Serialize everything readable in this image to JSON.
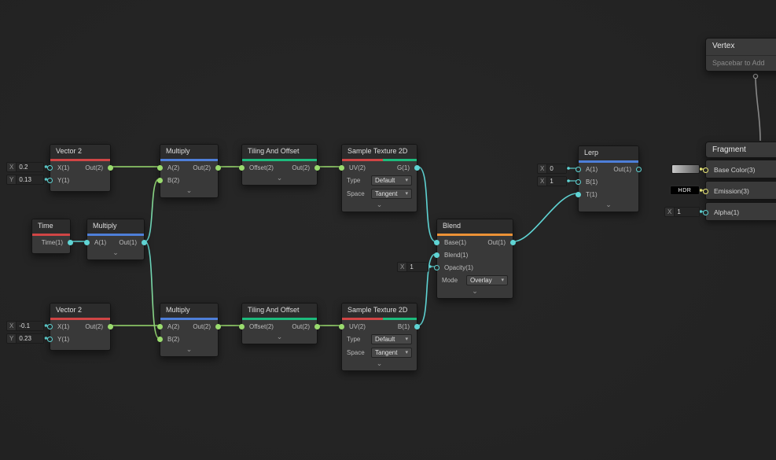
{
  "colors": {
    "bg_dark": "#1e1e1e",
    "bg_light": "#272727",
    "node_body": "#393939",
    "node_title": "#2c2c2c",
    "cat_red": "#d04545",
    "cat_blue": "#4e7fd9",
    "cat_green": "#1dbb7d",
    "cat_orange": "#ec9236",
    "type_float": "#5fd4d4",
    "type_vec2": "#9adb6e",
    "type_vec3": "#ece97a",
    "edge_grey": "#9a9a9a"
  },
  "icons": {
    "dropdown_arrow": "▾",
    "collapse_chevron": "⌄"
  },
  "nodes": {
    "vector2_top": {
      "title": "Vector 2",
      "port_x": "X(1)",
      "port_y": "Y(1)",
      "port_out": "Out(2)",
      "field_x_label": "X",
      "field_x_value": "0.2",
      "field_y_label": "Y",
      "field_y_value": "0.13"
    },
    "multiply_top": {
      "title": "Multiply",
      "port_a": "A(2)",
      "port_b": "B(2)",
      "port_out": "Out(2)"
    },
    "tiling_top": {
      "title": "Tiling And Offset",
      "port_offset": "Offset(2)",
      "port_out": "Out(2)"
    },
    "sample_top": {
      "title": "Sample Texture 2D",
      "port_uv": "UV(2)",
      "port_out": "G(1)",
      "type_label": "Type",
      "type_value": "Default",
      "space_label": "Space",
      "space_value": "Tangent"
    },
    "time": {
      "title": "Time",
      "port_out": "Time(1)"
    },
    "multiply_mid": {
      "title": "Multiply",
      "port_a": "A(1)",
      "port_out": "Out(1)"
    },
    "vector2_bottom": {
      "title": "Vector 2",
      "port_x": "X(1)",
      "port_y": "Y(1)",
      "port_out": "Out(2)",
      "field_x_label": "X",
      "field_x_value": "-0.1",
      "field_y_label": "Y",
      "field_y_value": "0.23"
    },
    "multiply_bottom": {
      "title": "Multiply",
      "port_a": "A(2)",
      "port_b": "B(2)",
      "port_out": "Out(2)"
    },
    "tiling_bottom": {
      "title": "Tiling And Offset",
      "port_offset": "Offset(2)",
      "port_out": "Out(2)"
    },
    "sample_bottom": {
      "title": "Sample Texture 2D",
      "port_uv": "UV(2)",
      "port_out": "B(1)",
      "type_label": "Type",
      "type_value": "Default",
      "space_label": "Space",
      "space_value": "Tangent"
    },
    "blend": {
      "title": "Blend",
      "port_base": "Base(1)",
      "port_blend": "Blend(1)",
      "port_opacity": "Opacity(1)",
      "port_out": "Out(1)",
      "mode_label": "Mode",
      "mode_value": "Overlay",
      "field_opacity_label": "X",
      "field_opacity_value": "1"
    },
    "lerp": {
      "title": "Lerp",
      "port_a": "A(1)",
      "port_b": "B(1)",
      "port_t": "T(1)",
      "port_out": "Out(1)",
      "field_a_label": "X",
      "field_a_value": "0",
      "field_b_label": "X",
      "field_b_value": "1"
    },
    "vertex": {
      "title": "Vertex",
      "placeholder": "Spacebar to Add"
    },
    "fragment": {
      "title": "Fragment",
      "port_base_color": "Base Color(3)",
      "port_emission": "Emission(3)",
      "port_alpha": "Alpha(1)",
      "hdr_label": "HDR",
      "field_alpha_label": "X",
      "field_alpha_value": "1"
    }
  }
}
